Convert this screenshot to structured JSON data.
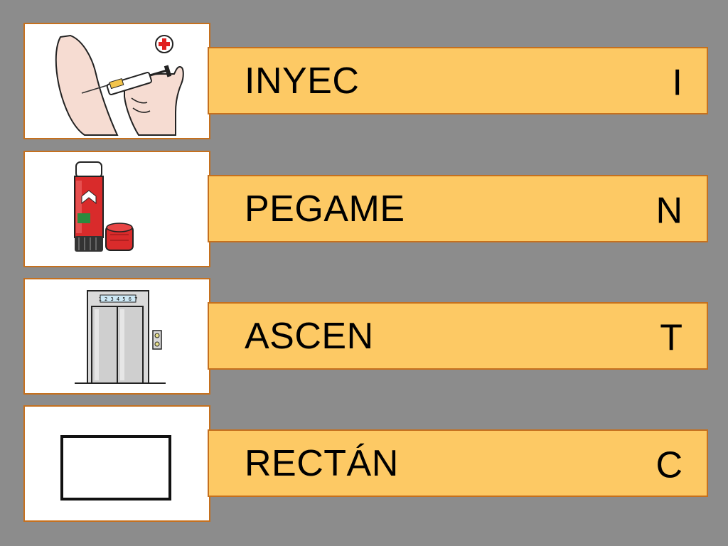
{
  "rows": [
    {
      "word": "INYEC",
      "letter": "I",
      "icon": "injection-icon"
    },
    {
      "word": "PEGAME",
      "letter": "N",
      "icon": "glue-stick-icon"
    },
    {
      "word": "ASCEN",
      "letter": "T",
      "icon": "elevator-icon"
    },
    {
      "word": "RECTÁN",
      "letter": "C",
      "icon": "rectangle-icon"
    }
  ],
  "elevator_display": "1 2 3 4 5 6 7",
  "colors": {
    "background": "#8c8c8c",
    "bar_fill": "#fdc964",
    "border": "#c5701e",
    "card": "#ffffff"
  }
}
